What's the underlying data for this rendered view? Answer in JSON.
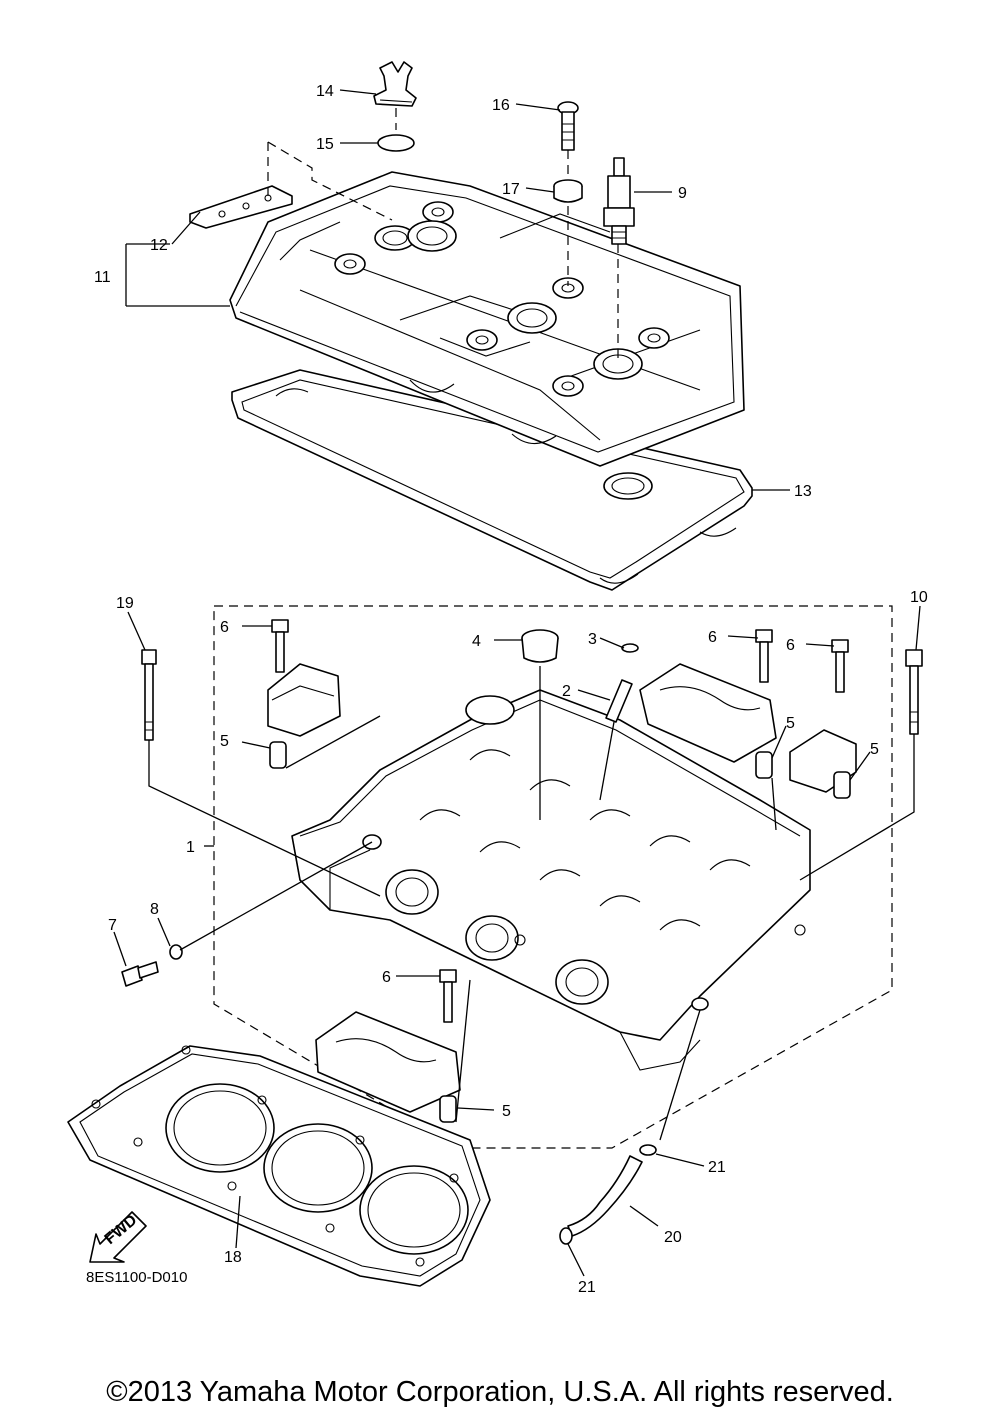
{
  "diagram": {
    "drawing_code": "8ES1100-D010",
    "fwd_label": "FWD",
    "copyright": "©2013 Yamaha Motor Corporation, U.S.A. All rights reserved."
  },
  "callouts": {
    "c1": "1",
    "c2": "2",
    "c3": "3",
    "c4": "4",
    "c5a": "5",
    "c5b": "5",
    "c5c": "5",
    "c5d": "5",
    "c6a": "6",
    "c6b": "6",
    "c6c": "6",
    "c6d": "6",
    "c7": "7",
    "c8": "8",
    "c9": "9",
    "c10": "10",
    "c11": "11",
    "c12": "12",
    "c13": "13",
    "c14": "14",
    "c15": "15",
    "c16": "16",
    "c17": "17",
    "c18": "18",
    "c19": "19",
    "c20": "20",
    "c21a": "21",
    "c21b": "21"
  }
}
